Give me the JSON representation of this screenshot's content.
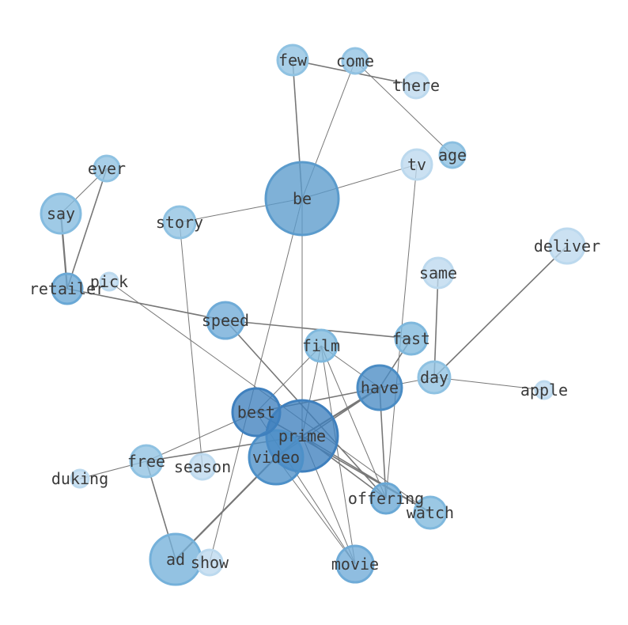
{
  "nodes": [
    {
      "id": "be",
      "label": "be",
      "color": "#5b9bcc"
    },
    {
      "id": "prime",
      "label": "prime",
      "color": "#3f80be"
    },
    {
      "id": "video",
      "label": "video",
      "color": "#4d90c8"
    },
    {
      "id": "best",
      "label": "best",
      "color": "#3f80be"
    },
    {
      "id": "have",
      "label": "have",
      "color": "#4a8cc4"
    },
    {
      "id": "ad",
      "label": "ad",
      "color": "#75b1da"
    },
    {
      "id": "say",
      "label": "say",
      "color": "#84bbdf"
    },
    {
      "id": "few",
      "label": "few",
      "color": "#8fc2e2"
    },
    {
      "id": "come",
      "label": "come",
      "color": "#92c3e3"
    },
    {
      "id": "there",
      "label": "there",
      "color": "#bcd9ee"
    },
    {
      "id": "age",
      "label": "age",
      "color": "#8bbfe0"
    },
    {
      "id": "tv",
      "label": "tv",
      "color": "#bcd9ee"
    },
    {
      "id": "ever",
      "label": "ever",
      "color": "#8fc2e2"
    },
    {
      "id": "story",
      "label": "story",
      "color": "#8fc2e2"
    },
    {
      "id": "deliver",
      "label": "deliver",
      "color": "#bcd9ee"
    },
    {
      "id": "same",
      "label": "same",
      "color": "#bcd9ee"
    },
    {
      "id": "retailer",
      "label": "retailer",
      "color": "#6aa8d5"
    },
    {
      "id": "pick",
      "label": "pick",
      "color": "#bcd9ee"
    },
    {
      "id": "speed",
      "label": "speed",
      "color": "#6fabd7"
    },
    {
      "id": "fast",
      "label": "fast",
      "color": "#7fb8dd"
    },
    {
      "id": "film",
      "label": "film",
      "color": "#7fb8dd"
    },
    {
      "id": "day",
      "label": "day",
      "color": "#8fc2e2"
    },
    {
      "id": "apple",
      "label": "apple",
      "color": "#bcd9ee"
    },
    {
      "id": "free",
      "label": "free",
      "color": "#8fc2e2"
    },
    {
      "id": "season",
      "label": "season",
      "color": "#bcd9ee"
    },
    {
      "id": "duking",
      "label": "duking",
      "color": "#bcd9ee"
    },
    {
      "id": "offering",
      "label": "offering",
      "color": "#6aa8d5"
    },
    {
      "id": "watch",
      "label": "watch",
      "color": "#7fb8dd"
    },
    {
      "id": "show",
      "label": "show",
      "color": "#bcd9ee"
    },
    {
      "id": "movie",
      "label": "movie",
      "color": "#6fabd7"
    }
  ],
  "edges": [
    {
      "source": "few",
      "target": "there",
      "weight": 2
    },
    {
      "source": "few",
      "target": "be",
      "weight": 2
    },
    {
      "source": "come",
      "target": "be",
      "weight": 1
    },
    {
      "source": "come",
      "target": "age",
      "weight": 1
    },
    {
      "source": "be",
      "target": "tv",
      "weight": 1
    },
    {
      "source": "be",
      "target": "story",
      "weight": 1
    },
    {
      "source": "be",
      "target": "prime",
      "weight": 1
    },
    {
      "source": "be",
      "target": "show",
      "weight": 1
    },
    {
      "source": "tv",
      "target": "offering",
      "weight": 1
    },
    {
      "source": "say",
      "target": "ever",
      "weight": 1
    },
    {
      "source": "say",
      "target": "retailer",
      "weight": 3
    },
    {
      "source": "ever",
      "target": "retailer",
      "weight": 2
    },
    {
      "source": "retailer",
      "target": "speed",
      "weight": 2
    },
    {
      "source": "speed",
      "target": "fast",
      "weight": 2
    },
    {
      "source": "speed",
      "target": "offering",
      "weight": 2
    },
    {
      "source": "pick",
      "target": "watch",
      "weight": 1
    },
    {
      "source": "story",
      "target": "season",
      "weight": 1
    },
    {
      "source": "deliver",
      "target": "day",
      "weight": 2
    },
    {
      "source": "same",
      "target": "day",
      "weight": 2
    },
    {
      "source": "day",
      "target": "have",
      "weight": 1
    },
    {
      "source": "day",
      "target": "apple",
      "weight": 1
    },
    {
      "source": "fast",
      "target": "have",
      "weight": 2
    },
    {
      "source": "film",
      "target": "best",
      "weight": 1
    },
    {
      "source": "film",
      "target": "prime",
      "weight": 1
    },
    {
      "source": "film",
      "target": "have",
      "weight": 1
    },
    {
      "source": "film",
      "target": "offering",
      "weight": 1
    },
    {
      "source": "film",
      "target": "movie",
      "weight": 1
    },
    {
      "source": "have",
      "target": "best",
      "weight": 2
    },
    {
      "source": "have",
      "target": "prime",
      "weight": 3
    },
    {
      "source": "have",
      "target": "offering",
      "weight": 2
    },
    {
      "source": "have",
      "target": "video",
      "weight": 2
    },
    {
      "source": "best",
      "target": "free",
      "weight": 1
    },
    {
      "source": "best",
      "target": "watch",
      "weight": 2
    },
    {
      "source": "best",
      "target": "movie",
      "weight": 1
    },
    {
      "source": "prime",
      "target": "video",
      "weight": 3
    },
    {
      "source": "prime",
      "target": "free",
      "weight": 2
    },
    {
      "source": "prime",
      "target": "offering",
      "weight": 2
    },
    {
      "source": "prime",
      "target": "watch",
      "weight": 2
    },
    {
      "source": "prime",
      "target": "movie",
      "weight": 1
    },
    {
      "source": "video",
      "target": "ad",
      "weight": 3
    },
    {
      "source": "video",
      "target": "movie",
      "weight": 1
    },
    {
      "source": "free",
      "target": "duking",
      "weight": 1
    },
    {
      "source": "free",
      "target": "ad",
      "weight": 2
    }
  ]
}
